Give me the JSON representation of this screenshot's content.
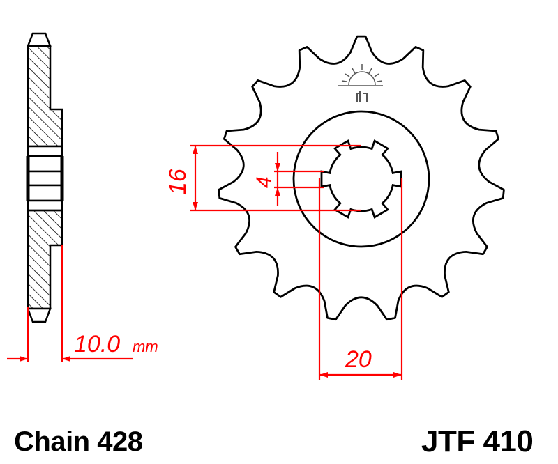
{
  "drawing": {
    "type": "front sprocket technical drawing",
    "tooth_count": 15,
    "spline_count": 6,
    "colors": {
      "outline": "#000000",
      "dimension": "#ff0000",
      "logo": "#555555",
      "background": "#ffffff"
    }
  },
  "dimensions": {
    "thickness_value": "10.0",
    "thickness_unit": "mm",
    "spline_height": "16",
    "spline_width": "4",
    "spline_diameter": "20"
  },
  "footer": {
    "chain_label": "Chain 428",
    "part_number": "JTF 410"
  }
}
